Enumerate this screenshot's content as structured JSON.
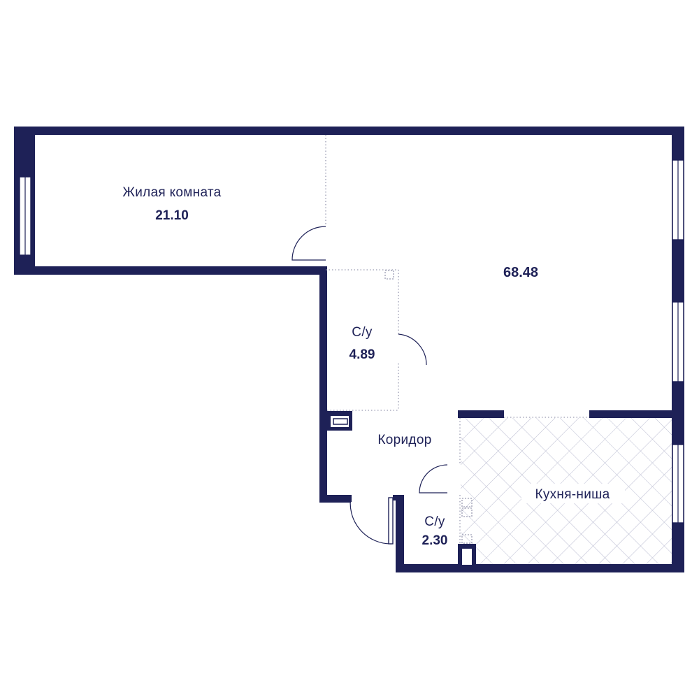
{
  "plan": {
    "wall_color": "#1e2157",
    "rooms": {
      "living": {
        "name": "Жилая комната",
        "area": "21.10"
      },
      "main": {
        "area": "68.48"
      },
      "bath_big": {
        "name": "С/у",
        "area": "4.89"
      },
      "corridor": {
        "name": "Коридор"
      },
      "bath_small": {
        "name": "С/у",
        "area": "2.30"
      },
      "kitchen": {
        "name": "Кухня-ниша"
      }
    }
  }
}
